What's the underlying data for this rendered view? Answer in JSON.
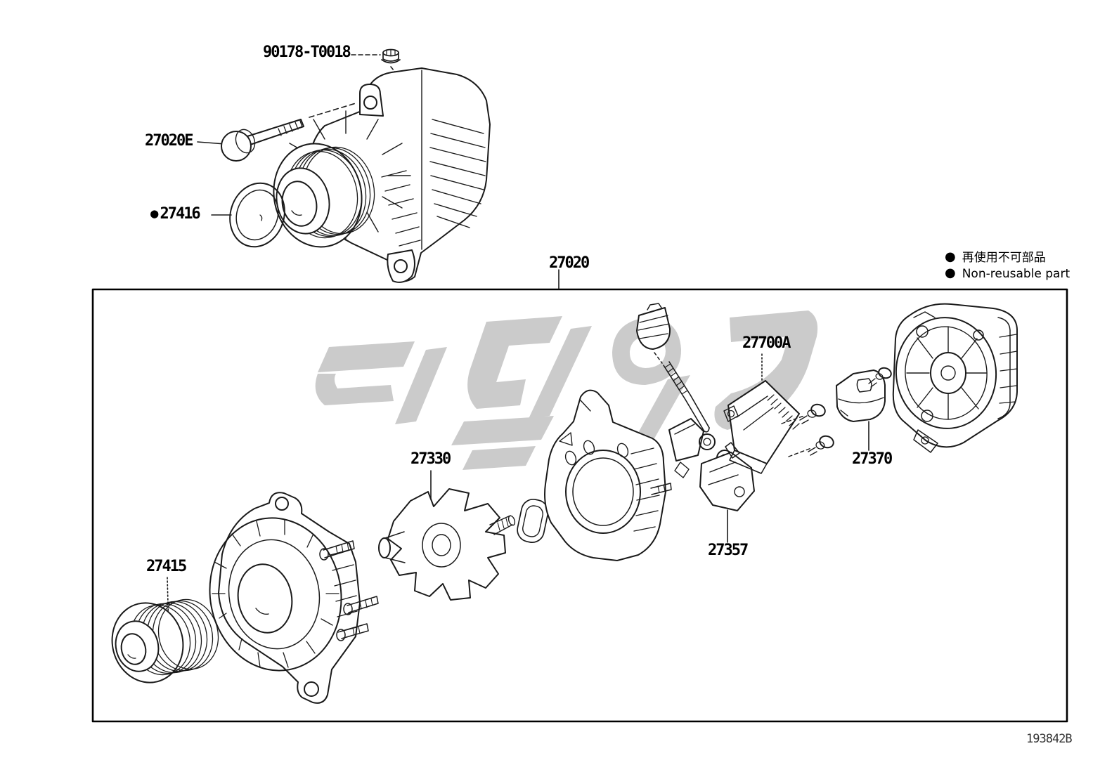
{
  "diagram": {
    "footer_code": "193842B",
    "legend": {
      "bullet": "●",
      "jp": "再使用不可部品",
      "en": "Non-reusable part"
    },
    "labels": {
      "nut": "90178-T0018",
      "bolt": "27020E",
      "pulley_cap_bullet": "●",
      "pulley_cap": "27416",
      "assembly": "27020",
      "regulator": "27700A",
      "end_cover": "27370",
      "rotor": "27330",
      "brush_holder": "27357",
      "pulley": "27415"
    },
    "colors": {
      "line": "#1a1a1a",
      "watermark": "#cbcbcb",
      "border": "#000000",
      "background": "#ffffff"
    }
  }
}
